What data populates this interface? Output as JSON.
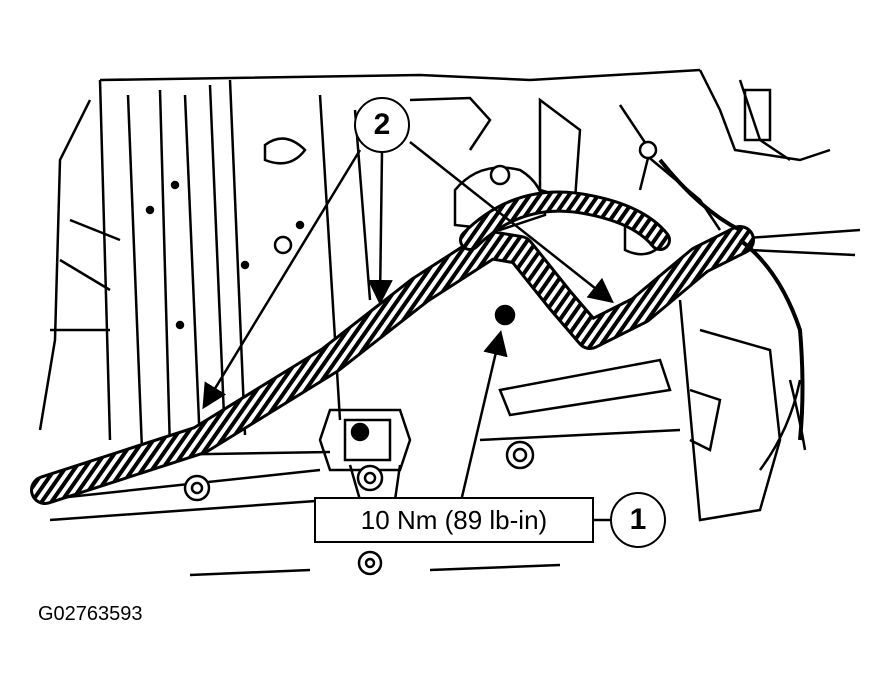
{
  "diagram": {
    "torque_spec": "10 Nm (89 lb-in)",
    "callouts": [
      {
        "number": "1"
      },
      {
        "number": "2"
      }
    ],
    "figure_id": "G02763593"
  }
}
